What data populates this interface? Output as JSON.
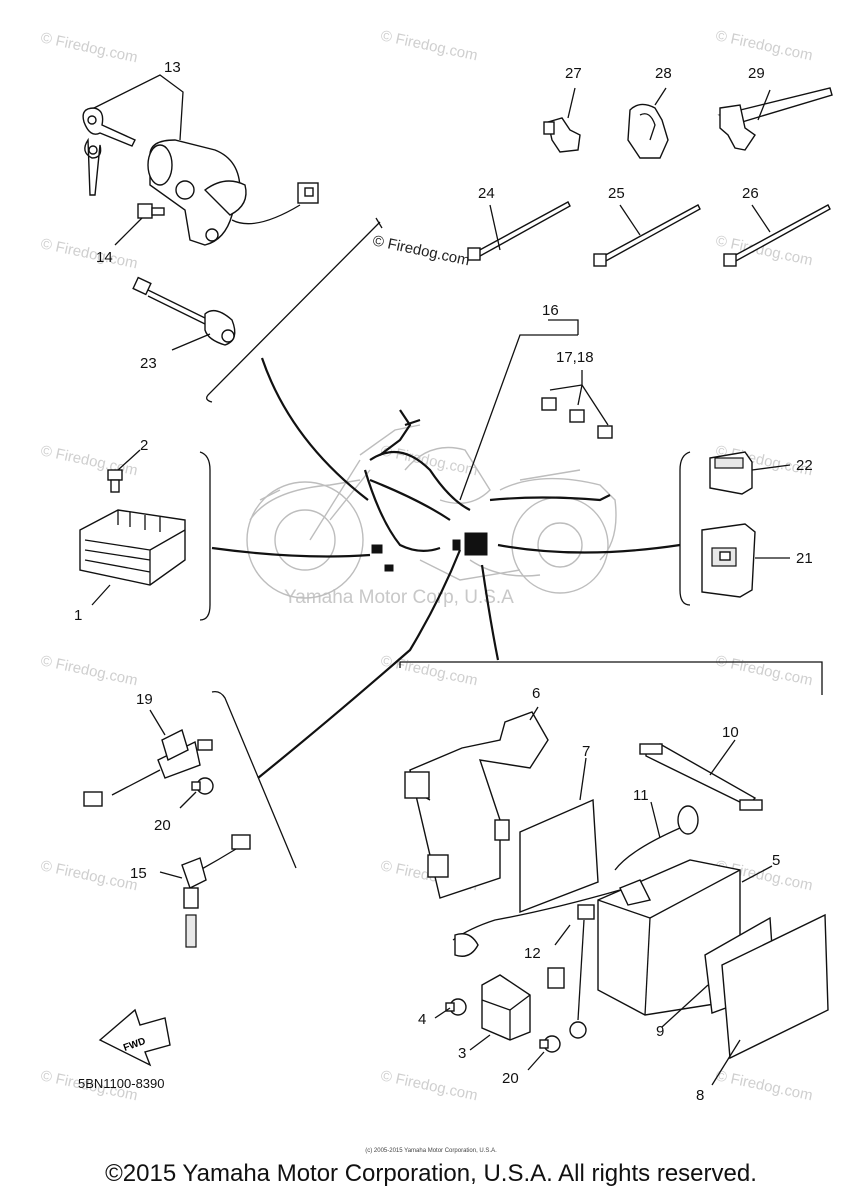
{
  "diagram": {
    "part_number_code": "5BN1100-8390",
    "fwd_arrow_text": "FWD",
    "watermark_center": "Yamaha Motor Corp, U.S.A",
    "watermark_firedog": "© Firedog.com",
    "callouts": {
      "c1": "1",
      "c2": "2",
      "c3": "3",
      "c4": "4",
      "c5": "5",
      "c6": "6",
      "c7": "7",
      "c8": "8",
      "c9": "9",
      "c10": "10",
      "c11": "11",
      "c12": "12",
      "c13": "13",
      "c14": "14",
      "c15": "15",
      "c16": "16",
      "c17_18": "17,18",
      "c19": "19",
      "c20a": "20",
      "c20b": "20",
      "c21": "21",
      "c22": "22",
      "c23": "23",
      "c24": "24",
      "c25": "25",
      "c26": "26",
      "c27": "27",
      "c28": "28",
      "c29": "29"
    }
  },
  "footer": {
    "copyright": "©2015 Yamaha Motor Corporation, U.S.A. All rights reserved.",
    "small_print": "(c) 2005-2015 Yamaha Motor Corporation, U.S.A."
  }
}
